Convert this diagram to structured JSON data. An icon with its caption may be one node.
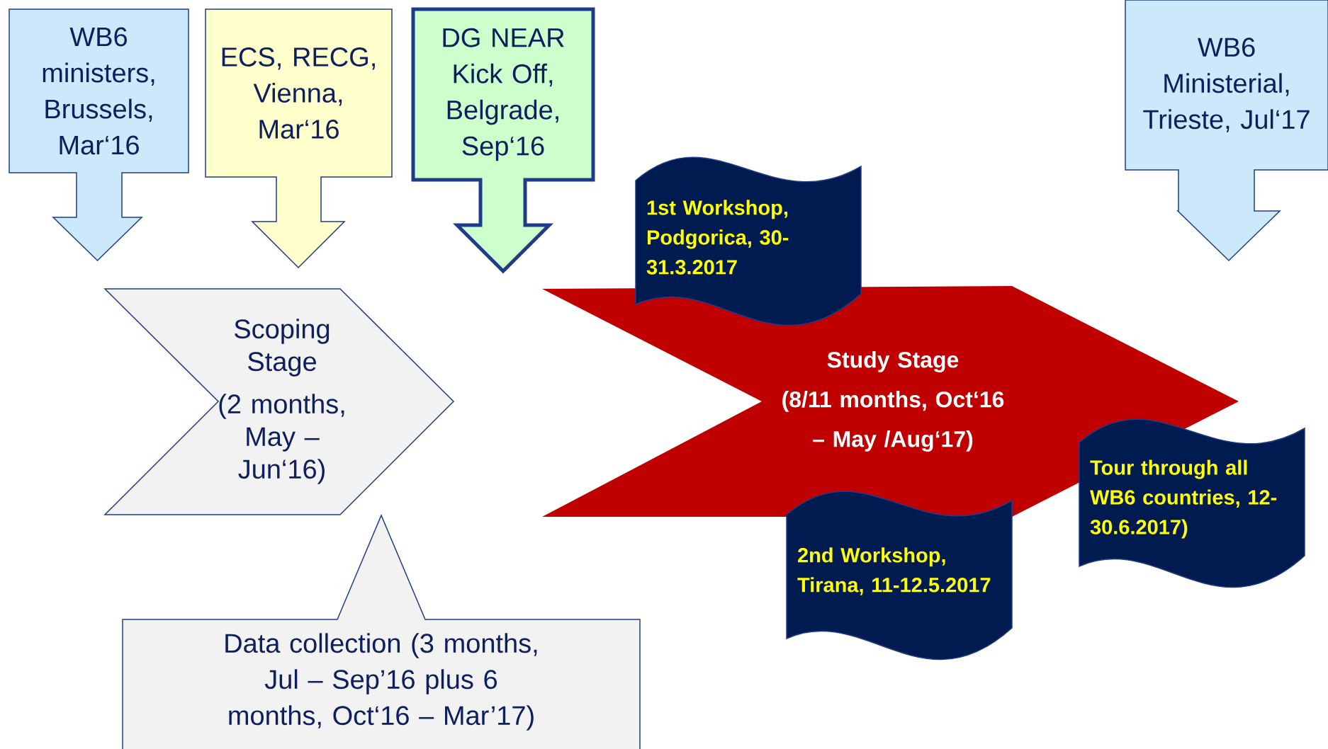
{
  "diagram": {
    "nodes": [
      {
        "text": [
          "WB6 ministers, Brussels, Mar‘16"
        ]
      },
      {
        "text": [
          "ECS, RECG, Vienna, Mar‘16"
        ]
      },
      {
        "text": [
          "DG NEAR Kick Off, Belgrade, Sep‘16"
        ]
      },
      {
        "text": [
          "WB6 Ministerial, Trieste, Jul‘17"
        ]
      },
      {
        "text": [
          "Scoping Stage",
          "(2 months, May – Jun‘16)"
        ]
      },
      {
        "text": [
          "Study Stage",
          "(8/11 months, Oct‘16  – May /Aug‘17)"
        ]
      },
      {
        "text": [
          "1st Workshop, Podgorica, 30-31.3.2017"
        ]
      },
      {
        "text": [
          "2nd Workshop, Tirana, 11-12.5.2017"
        ]
      },
      {
        "text": [
          "Tour through all WB6 countries, 12-30.6.2017)"
        ]
      },
      {
        "text": [
          "Data collection (3 months, Jul – Sep’16 plus 6 months, Oct‘16 – Mar’17)"
        ]
      }
    ]
  }
}
